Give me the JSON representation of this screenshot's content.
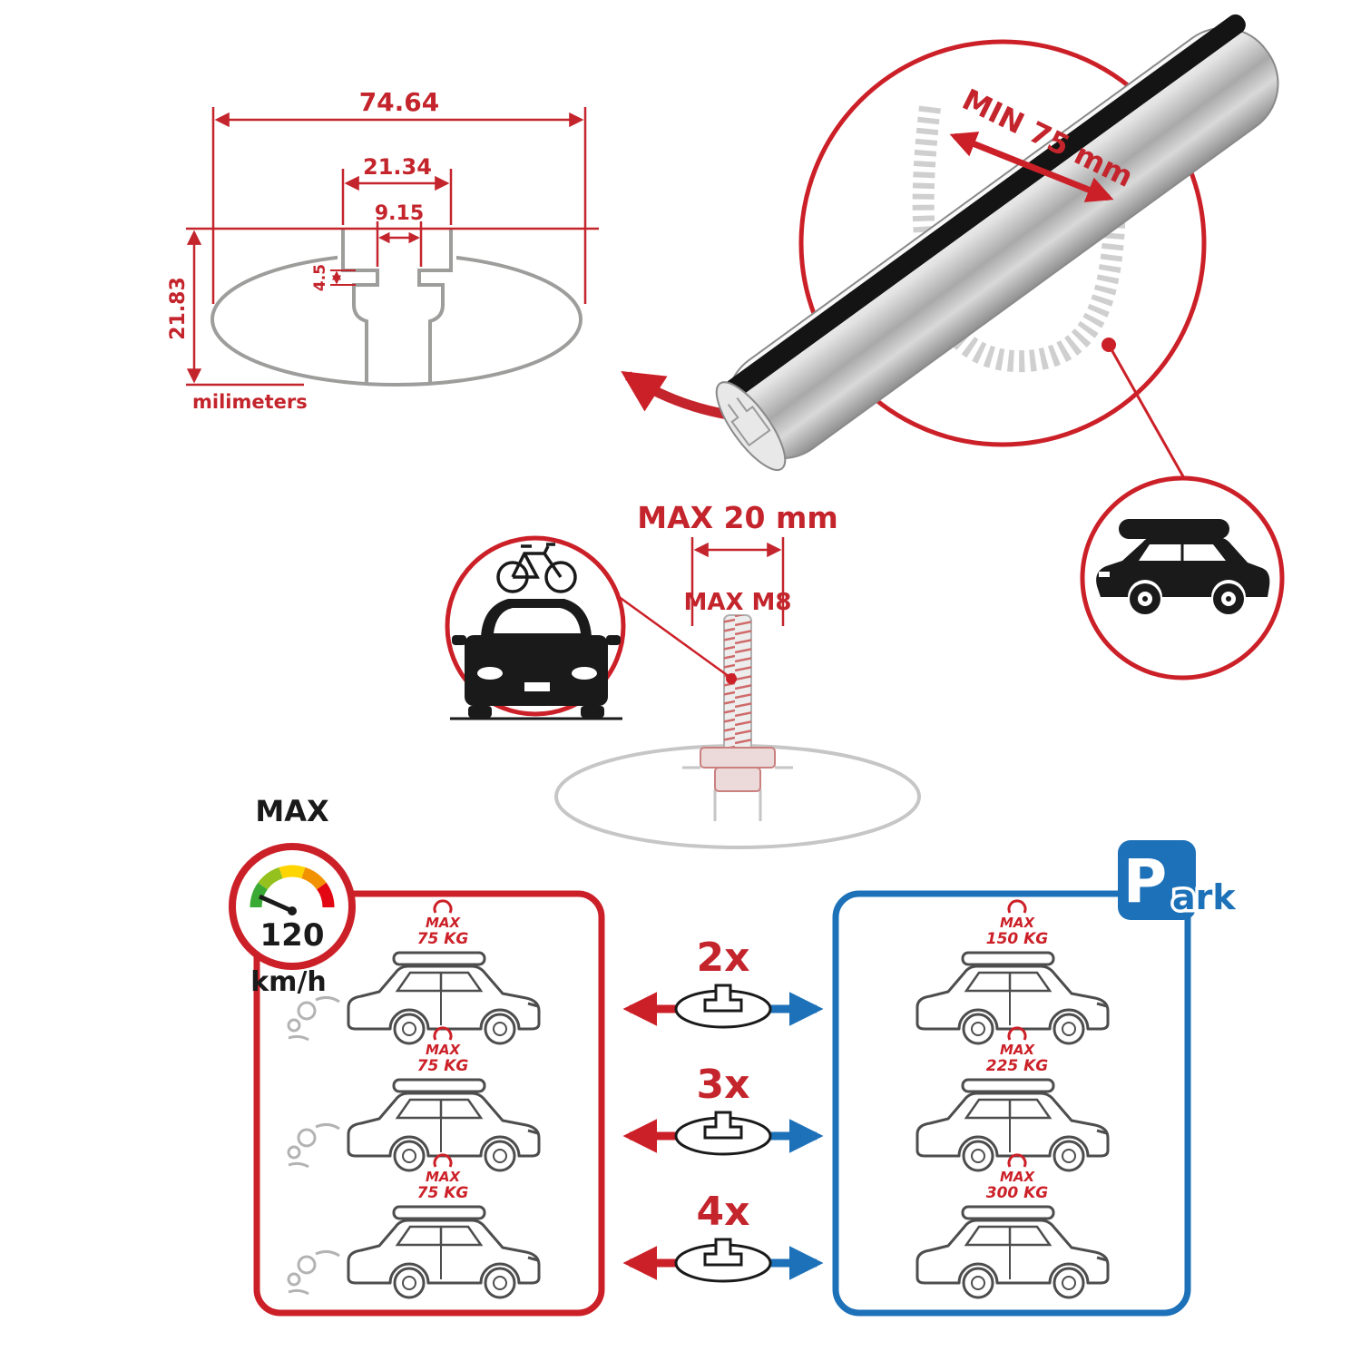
{
  "colors": {
    "red": "#cc2028",
    "dim_red": "#c4242c",
    "blue": "#1d71b8",
    "gray": "#9d9d9c",
    "light_gray": "#c6c6c6",
    "black": "#1a1a1a"
  },
  "profile_dimensions": {
    "total_width": "74.64",
    "slot_outer_width": "21.34",
    "slot_inner_width": "9.15",
    "lip_depth": "4.5",
    "total_height": "21.83",
    "units": "milimeters"
  },
  "bar_detail": {
    "min_span": "MIN 75 mm"
  },
  "bolt": {
    "max_width": "MAX 20 mm",
    "max_thread": "MAX M8"
  },
  "speed_gauge": {
    "title": "MAX",
    "value": "120",
    "units": "km/h"
  },
  "parking_sign": {
    "letter": "P",
    "rest": "ark"
  },
  "multipliers": [
    "2x",
    "3x",
    "4x"
  ],
  "driving_loads": [
    {
      "max": "MAX",
      "kg": "75 KG"
    },
    {
      "max": "MAX",
      "kg": "75 KG"
    },
    {
      "max": "MAX",
      "kg": "75 KG"
    }
  ],
  "parked_loads": [
    {
      "max": "MAX",
      "kg": "150 KG"
    },
    {
      "max": "MAX",
      "kg": "225 KG"
    },
    {
      "max": "MAX",
      "kg": "300 KG"
    }
  ]
}
